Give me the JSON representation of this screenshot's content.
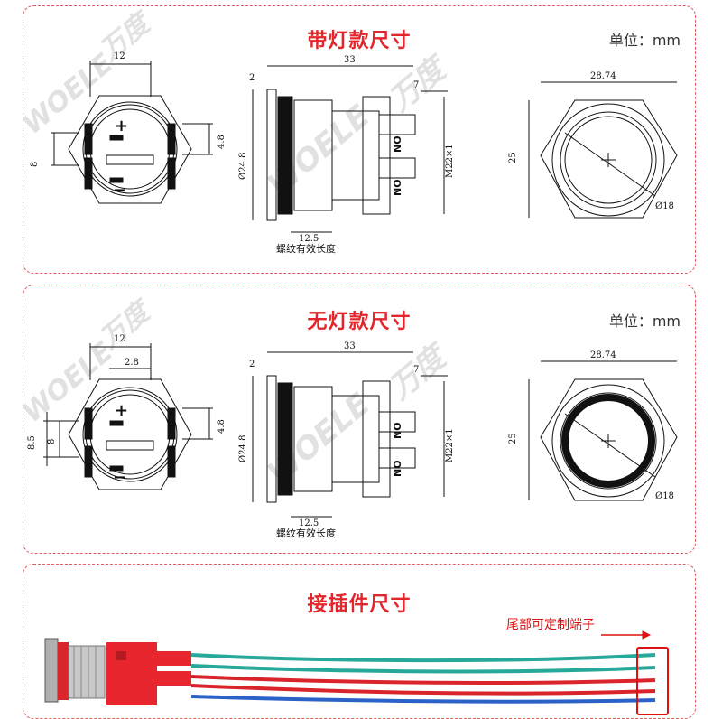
{
  "sections": [
    {
      "title": "带灯款尺寸",
      "unit": "单位：mm"
    },
    {
      "title": "无灯款尺寸",
      "unit": "单位：mm"
    },
    {
      "title": "接插件尺寸"
    }
  ],
  "watermark": {
    "brand": "WOELE",
    "cn": "万度",
    "reg": "®"
  },
  "dims": {
    "front_width": "12",
    "pin_gap": "2.8",
    "left_h": "8",
    "left_h2": "8.5",
    "right_h": "4.8",
    "plus": "+",
    "minus": "−",
    "side_total": "33",
    "side_flange": "2",
    "side_term": "7",
    "side_dia": "Ø24.8",
    "side_thread": "M22×1",
    "side_thread_len": "12.5",
    "thread_note": "螺纹有效长度",
    "no_label": "NO",
    "back_width": "28.74",
    "back_height": "25",
    "back_dia": "Ø18"
  },
  "connector": {
    "custom_note": "尾部可定制端子"
  },
  "colors": {
    "accent": "#e3262c",
    "border": "#e25b5b",
    "wire_teal": "#26a89a",
    "wire_blue": "#2a62c7",
    "wire_red": "#d8242a",
    "plug_red": "#e8262e"
  }
}
